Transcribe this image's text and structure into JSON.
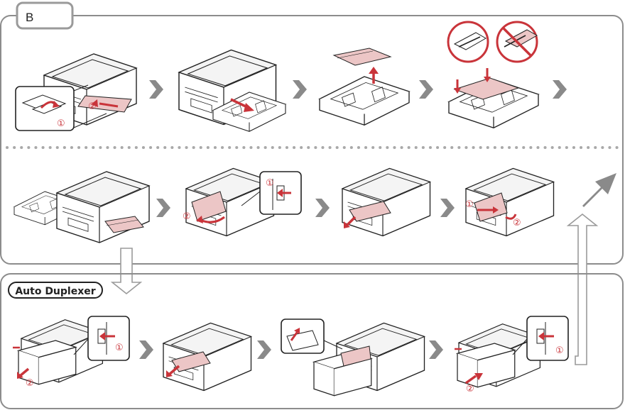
{
  "section_tag": "B",
  "subsection_label": "Auto Duplexer",
  "step_markers": {
    "one": "①",
    "two": "②"
  },
  "colors": {
    "frame": "#8c8c8c",
    "arrow": "#8a8a8a",
    "accent_red": "#c9343a",
    "paper_pink": "#ecc6c6",
    "line": "#222222",
    "panel_fill": "#ffffff"
  },
  "icons": [
    "printer-icon",
    "paper-cassette-icon",
    "paper-jam-icon",
    "prohibited-icon",
    "correct-loading-icon",
    "duplexer-unit-icon",
    "arrow-right-icon",
    "arrow-up-right-icon"
  ]
}
